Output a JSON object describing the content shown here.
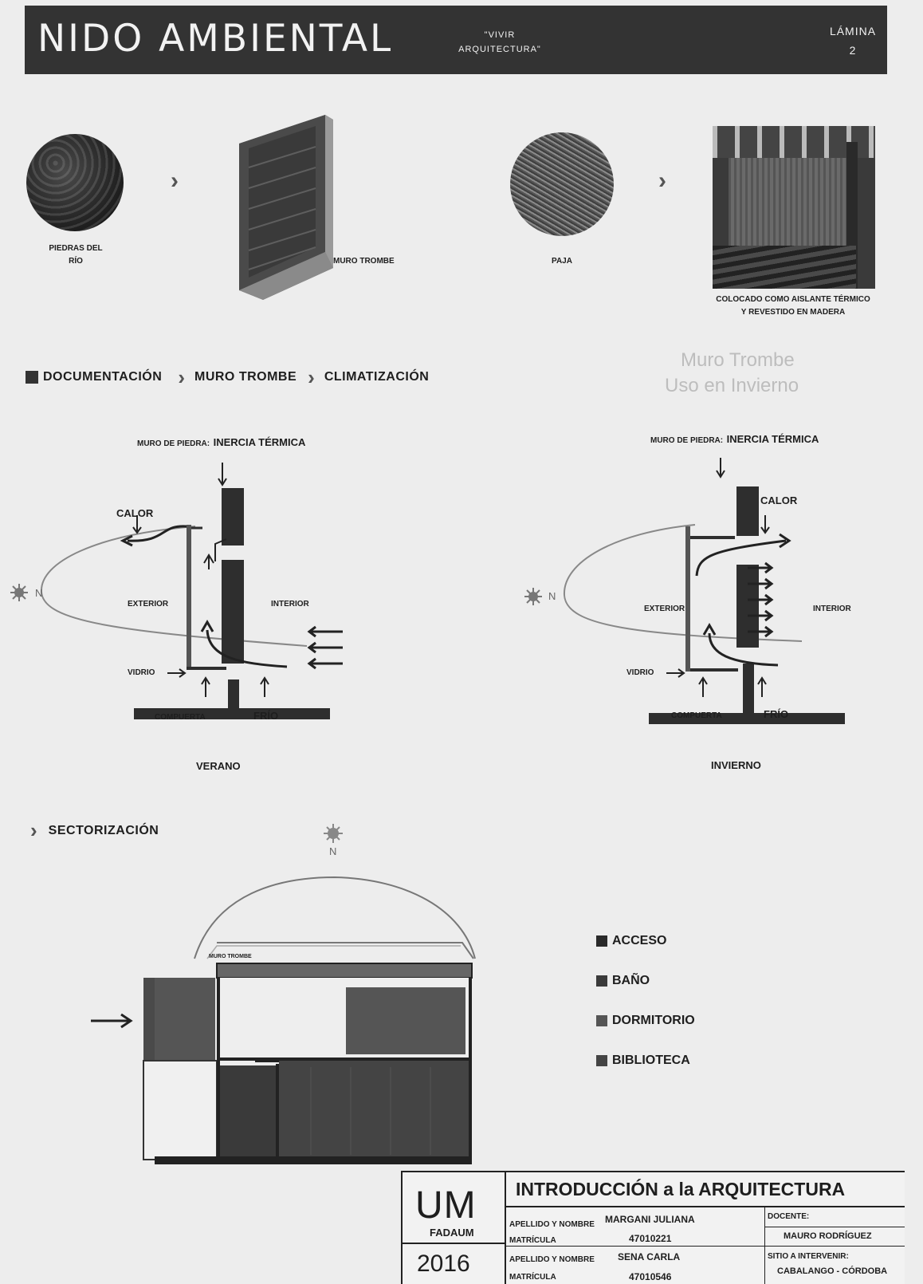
{
  "header": {
    "title": "NIDO AMBIENTAL",
    "subtitle_line1": "\"VIVIR",
    "subtitle_line2": "ARQUITECTURA\"",
    "lamina_label": "LÁMINA",
    "lamina_number": "2"
  },
  "materials": {
    "stones_label_line1": "PIEDRAS DEL",
    "stones_label_line2": "RÍO",
    "trombe_label": "MURO TROMBE",
    "straw_label": "PAJA",
    "photo_caption_line1": "COLOCADO COMO AISLANTE TÉRMICO",
    "photo_caption_line2": "Y REVESTIDO EN MADERA"
  },
  "nav": {
    "item1": "DOCUMENTACIÓN",
    "item2": "MURO TROMBE",
    "item3": "CLIMATIZACIÓN",
    "ghost_line1": "Muro Trombe",
    "ghost_line2": "Uso en Invierno"
  },
  "diagram_summer": {
    "wall_label_small": "MURO DE PIEDRA:",
    "wall_label_big": "INERCIA TÉRMICA",
    "heat": "CALOR",
    "north": "N",
    "exterior": "EXTERIOR",
    "interior": "INTERIOR",
    "glass": "VIDRIO",
    "gate": "COMPUERTA",
    "cold": "FRÍO",
    "caption": "VERANO"
  },
  "diagram_winter": {
    "wall_label_small": "MURO DE PIEDRA:",
    "wall_label_big": "INERCIA TÉRMICA",
    "heat": "CALOR",
    "north": "N",
    "exterior": "EXTERIOR",
    "interior": "INTERIOR",
    "glass": "VIDRIO",
    "gate": "COMPUERTA",
    "cold": "FRÍO",
    "caption": "INVIERNO"
  },
  "sectorization": {
    "title": "SECTORIZACIÓN",
    "north": "N",
    "trombe_tag": "MURO TROMBE",
    "legend": [
      {
        "label": "ACCESO",
        "color": "#2a2a2a"
      },
      {
        "label": "BAÑO",
        "color": "#3a3a3a"
      },
      {
        "label": "DORMITORIO",
        "color": "#555555"
      },
      {
        "label": "BIBLIOTECA",
        "color": "#444444"
      }
    ]
  },
  "title_block": {
    "logo": "UM",
    "faculty": "FADAUM",
    "year": "2016",
    "course": "INTRODUCCIÓN a la ARQUITECTURA",
    "name_label": "APELLIDO Y NOMBRE",
    "student1_name": "MARGANI JULIANA",
    "id_label": "MATRÍCULA",
    "student1_id": "47010221",
    "student2_name": "SENA CARLA",
    "student2_id": "47010546",
    "teacher_label": "DOCENTE:",
    "teacher": "MAURO RODRÍGUEZ",
    "site_label": "SITIO A INTERVENIR:",
    "site": "CABALANGO - CÓRDOBA"
  }
}
